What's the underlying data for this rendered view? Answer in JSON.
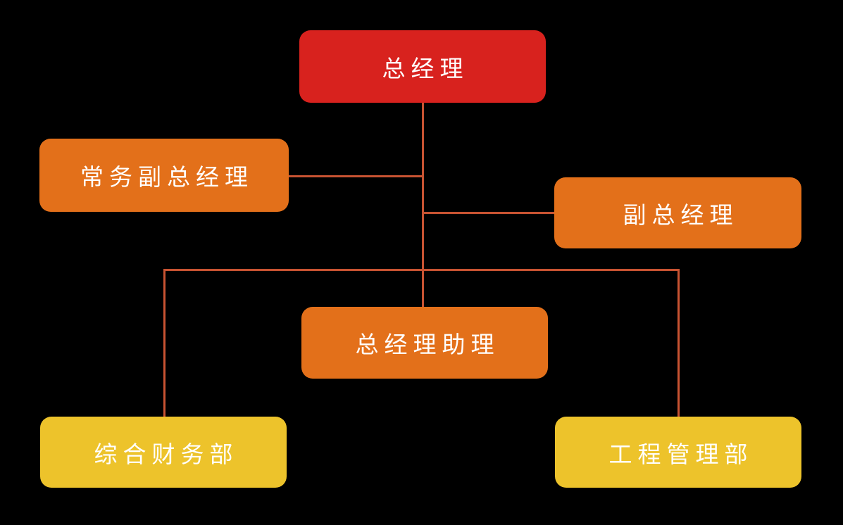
{
  "diagram": {
    "type": "org-chart",
    "background_color": "#000000",
    "connector_color": "#C85332",
    "text_color": "#FFFFFF",
    "nodes": [
      {
        "id": "general-manager",
        "label": "总经理",
        "color": "#D8221E",
        "level": 1
      },
      {
        "id": "executive-deputy-general-manager",
        "label": "常务副总经理",
        "color": "#E3701A",
        "level": 2
      },
      {
        "id": "deputy-general-manager",
        "label": "副总经理",
        "color": "#E3701A",
        "level": 2
      },
      {
        "id": "general-manager-assistant",
        "label": "总经理助理",
        "color": "#E3701A",
        "level": 3
      },
      {
        "id": "general-finance-department",
        "label": "综合财务部",
        "color": "#EDC32B",
        "level": 4
      },
      {
        "id": "engineering-management-department",
        "label": "工程管理部",
        "color": "#EDC32B",
        "level": 4
      }
    ],
    "edges": [
      {
        "from": "总经理",
        "to": "常务副总经理"
      },
      {
        "from": "总经理",
        "to": "副总经理"
      },
      {
        "from": "总经理",
        "to": "总经理助理"
      },
      {
        "from": "总经理",
        "to": "综合财务部"
      },
      {
        "from": "总经理",
        "to": "工程管理部"
      }
    ]
  }
}
